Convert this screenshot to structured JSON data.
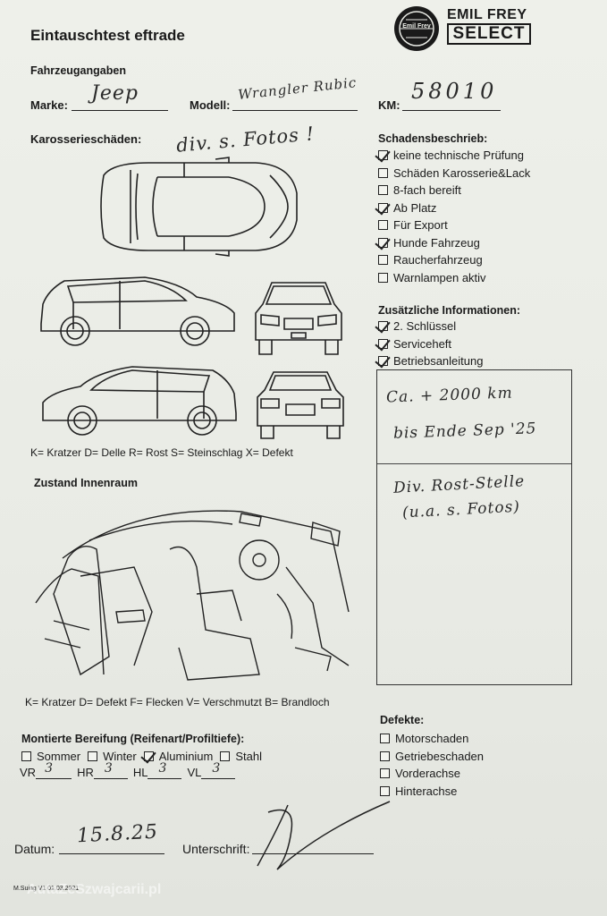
{
  "form": {
    "title": "Eintauschtest eftrade",
    "vehicle_section": "Fahrzeugangaben",
    "make_label": "Marke:",
    "make_value": "Jeep",
    "model_label": "Modell:",
    "model_value": "Wrangler Rubic",
    "km_label": "KM:",
    "km_value": "58010",
    "body_damage_label": "Karosserieschäden:",
    "body_damage_note": "div. s. Fotos !",
    "exterior_legend": "K= Kratzer D= Delle R= Rost S= Steinschlag X= Defekt",
    "interior_section": "Zustand Innenraum",
    "interior_legend": "K= Kratzer D= Defekt F= Flecken V= Verschmutzt B= Brandloch",
    "tires_section": "Montierte Bereifung (Reifenart/Profiltiefe):",
    "tires_options": [
      {
        "label": "Sommer",
        "checked": false
      },
      {
        "label": "Winter",
        "checked": false
      },
      {
        "label": "Aluminium",
        "checked": true
      },
      {
        "label": "Stahl",
        "checked": false
      }
    ],
    "tread": [
      {
        "label": "VR",
        "value": "3"
      },
      {
        "label": "HR",
        "value": "3"
      },
      {
        "label": "HL",
        "value": "3"
      },
      {
        "label": "VL",
        "value": "3"
      }
    ],
    "date_label": "Datum:",
    "date_value": "15.8.25",
    "signature_label": "Unterschrift:",
    "footer_version": "M.Suing V1 01.03.2021",
    "watermark": "AutaZeSzwajcarii.pl"
  },
  "logo": {
    "top": "EMIL FREY",
    "bottom": "SELECT",
    "badge": "Emil Frey"
  },
  "damage_description": {
    "title": "Schadensbeschrieb:",
    "items": [
      {
        "label": "keine technische Prüfung",
        "checked": true
      },
      {
        "label": "Schäden Karosserie&Lack",
        "checked": false
      },
      {
        "label": "8-fach bereift",
        "checked": false
      },
      {
        "label": "Ab Platz",
        "checked": true
      },
      {
        "label": "Für Export",
        "checked": false
      },
      {
        "label": "Hunde Fahrzeug",
        "checked": true
      },
      {
        "label": "Raucherfahrzeug",
        "checked": false
      },
      {
        "label": "Warnlampen aktiv",
        "checked": false
      }
    ]
  },
  "additional_info": {
    "title": "Zusätzliche Informationen:",
    "items": [
      {
        "label": "2. Schlüssel",
        "checked": true
      },
      {
        "label": "Serviceheft",
        "checked": true
      },
      {
        "label": "Betriebsanleitung",
        "checked": true
      }
    ]
  },
  "notes": {
    "line1": "Ca. + 2000 km",
    "line2": "bis Ende Sep '25",
    "line3": "Div. Rost-Stelle",
    "line4": "(u.a. s. Fotos)"
  },
  "defects": {
    "title": "Defekte:",
    "items": [
      {
        "label": "Motorschaden",
        "checked": false
      },
      {
        "label": "Getriebeschaden",
        "checked": false
      },
      {
        "label": "Vorderachse",
        "checked": false
      },
      {
        "label": "Hinterachse",
        "checked": false
      }
    ]
  }
}
